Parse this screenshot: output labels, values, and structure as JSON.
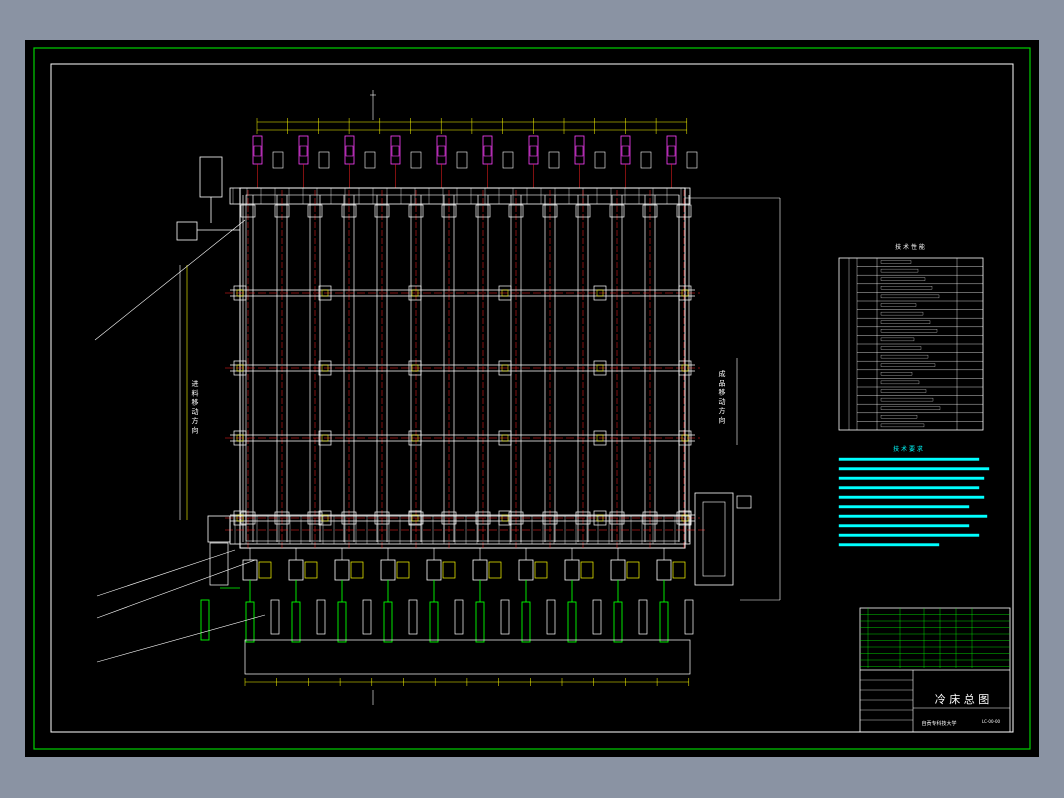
{
  "drawing": {
    "title": "冷 床 总 图",
    "school": "自贡专科技大学",
    "drawing_no": "LC-00-00",
    "tech_spec_title": "技 术 性 能",
    "tech_req_title": "技 术 要 求",
    "left_vertical_label": "进 料 移 动 方 向",
    "right_vertical_label": "成 品 移 动 方 向"
  },
  "colors": {
    "background": "#000000",
    "frame": "#ffffff",
    "outer_border": "#00d000",
    "structure": "#ffffff",
    "centerline": "#ff2020",
    "dimension": "#ffff00",
    "magenta": "#ff40ff",
    "cyan_text": "#00ffff",
    "drive": "#00ff00"
  },
  "tech_req_lines": [
    "1. 冷床宽度为 xxx，冷床长度为 xxx。",
    "2. 安装时，冷床各齿条应保证平行度要求，链传动部分应保证链条张紧。",
    "3. 减速器与电动机安装，同轴度误差 ≤ 0.1mm。",
    "4. 各运动部件应转动灵活，无卡阻现象。",
    "5. 冷床的所有滑动面、齿面均应涂润滑油，润滑脂。",
    "6. 设备安装完毕后应进行空载试车，试车时间不少于 2h。",
    "7. 未注明的制造、装配及验收要求按有关标准执行。"
  ]
}
